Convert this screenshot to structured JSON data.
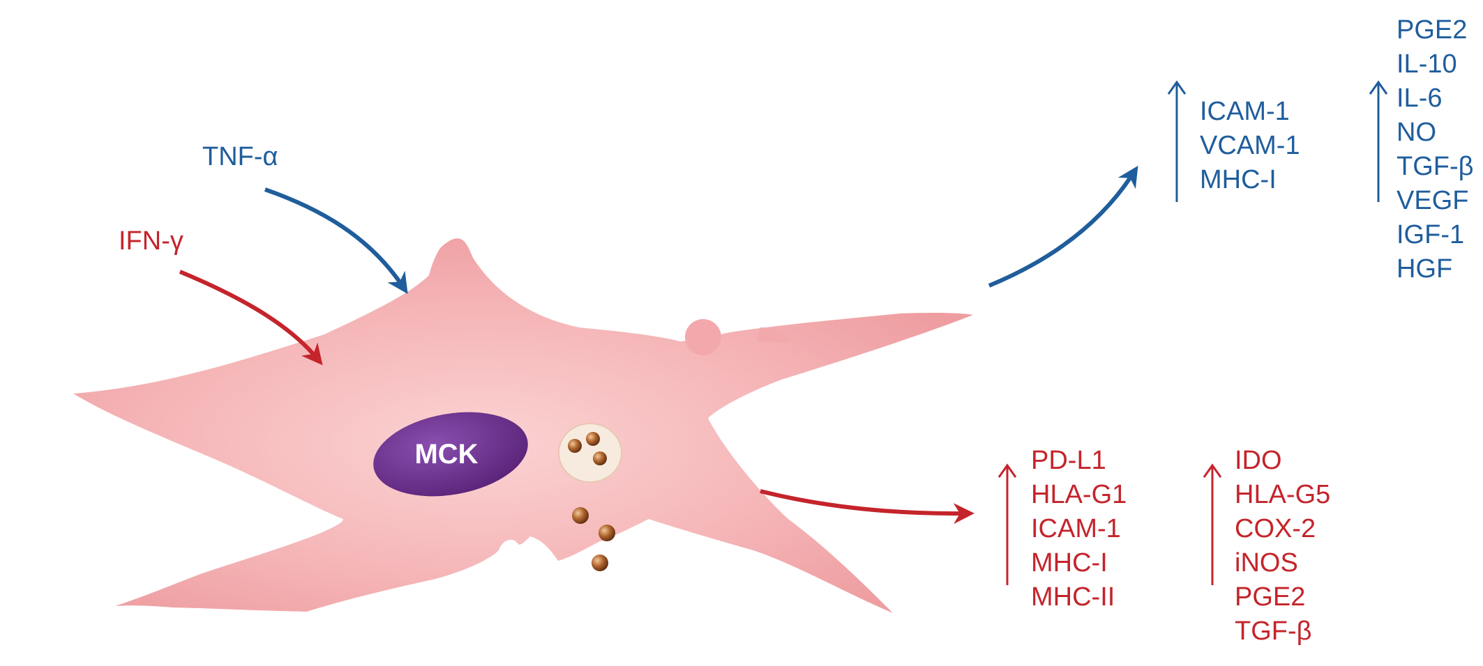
{
  "colors": {
    "blue": "#1f5d9c",
    "red": "#c4242b",
    "cell": "#f4b3b6",
    "nucleus": "#6a2c8c"
  },
  "inputs": {
    "tnf": "TNF-α",
    "ifn": "IFN-γ"
  },
  "nucleus_label": "MCK",
  "blue_group1": [
    "ICAM-1",
    "VCAM-1",
    "MHC-I"
  ],
  "blue_group2": [
    "PGE2",
    "IL-10",
    "IL-6",
    "NO",
    "TGF-β",
    "VEGF",
    "IGF-1",
    "HGF"
  ],
  "red_group1": [
    "PD-L1",
    "HLA-G1",
    "ICAM-1",
    "MHC-I",
    "MHC-II"
  ],
  "red_group2": [
    "IDO",
    "HLA-G5",
    "COX-2",
    "iNOS",
    "PGE2",
    "TGF-β"
  ]
}
